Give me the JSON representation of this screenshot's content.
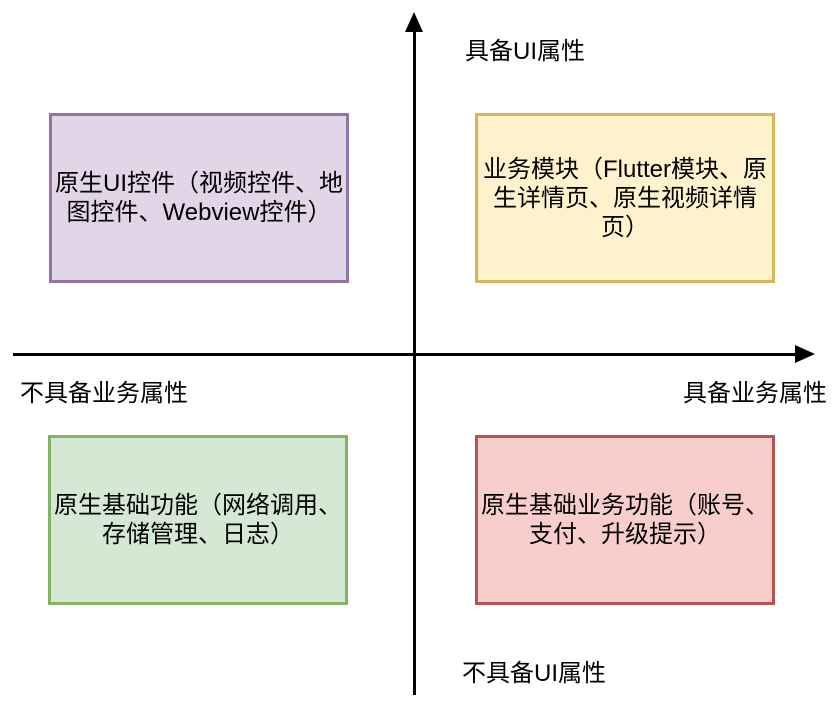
{
  "diagram": {
    "type": "quadrant-diagram",
    "axes": {
      "axis_color": "#000000",
      "y_positive_label": "具备UI属性",
      "y_negative_label": "不具备UI属性",
      "x_positive_label": "具备业务属性",
      "x_negative_label": "不具备业务属性"
    },
    "quadrants": {
      "top_left": {
        "label": "原生UI控件（视频控件、地图控件、Webview控件）",
        "lines": [
          "原生UI控件（视频控件、地",
          "图控件、Webview控件）"
        ],
        "fill": "#E1D5E7",
        "border": "#9673A6"
      },
      "top_right": {
        "label": "业务模块（Flutter模块、原生详情页、原生视频详情页）",
        "lines": [
          "业务模块（Flutter模块、原",
          "生详情页、原生视频详情",
          "页）"
        ],
        "fill": "#FFF2CC",
        "border": "#D6B656"
      },
      "bottom_left": {
        "label": "原生基础功能（网络调用、存储管理、日志）",
        "lines": [
          "原生基础功能（网络调用、",
          "存储管理、日志）"
        ],
        "fill": "#D5E8D4",
        "border": "#82B366"
      },
      "bottom_right": {
        "label": "原生基础业务功能（账号、支付、升级提示）",
        "lines": [
          "原生基础业务功能（账号、",
          "支付、升级提示）"
        ],
        "fill": "#F8CECC",
        "border": "#B85450"
      }
    }
  }
}
